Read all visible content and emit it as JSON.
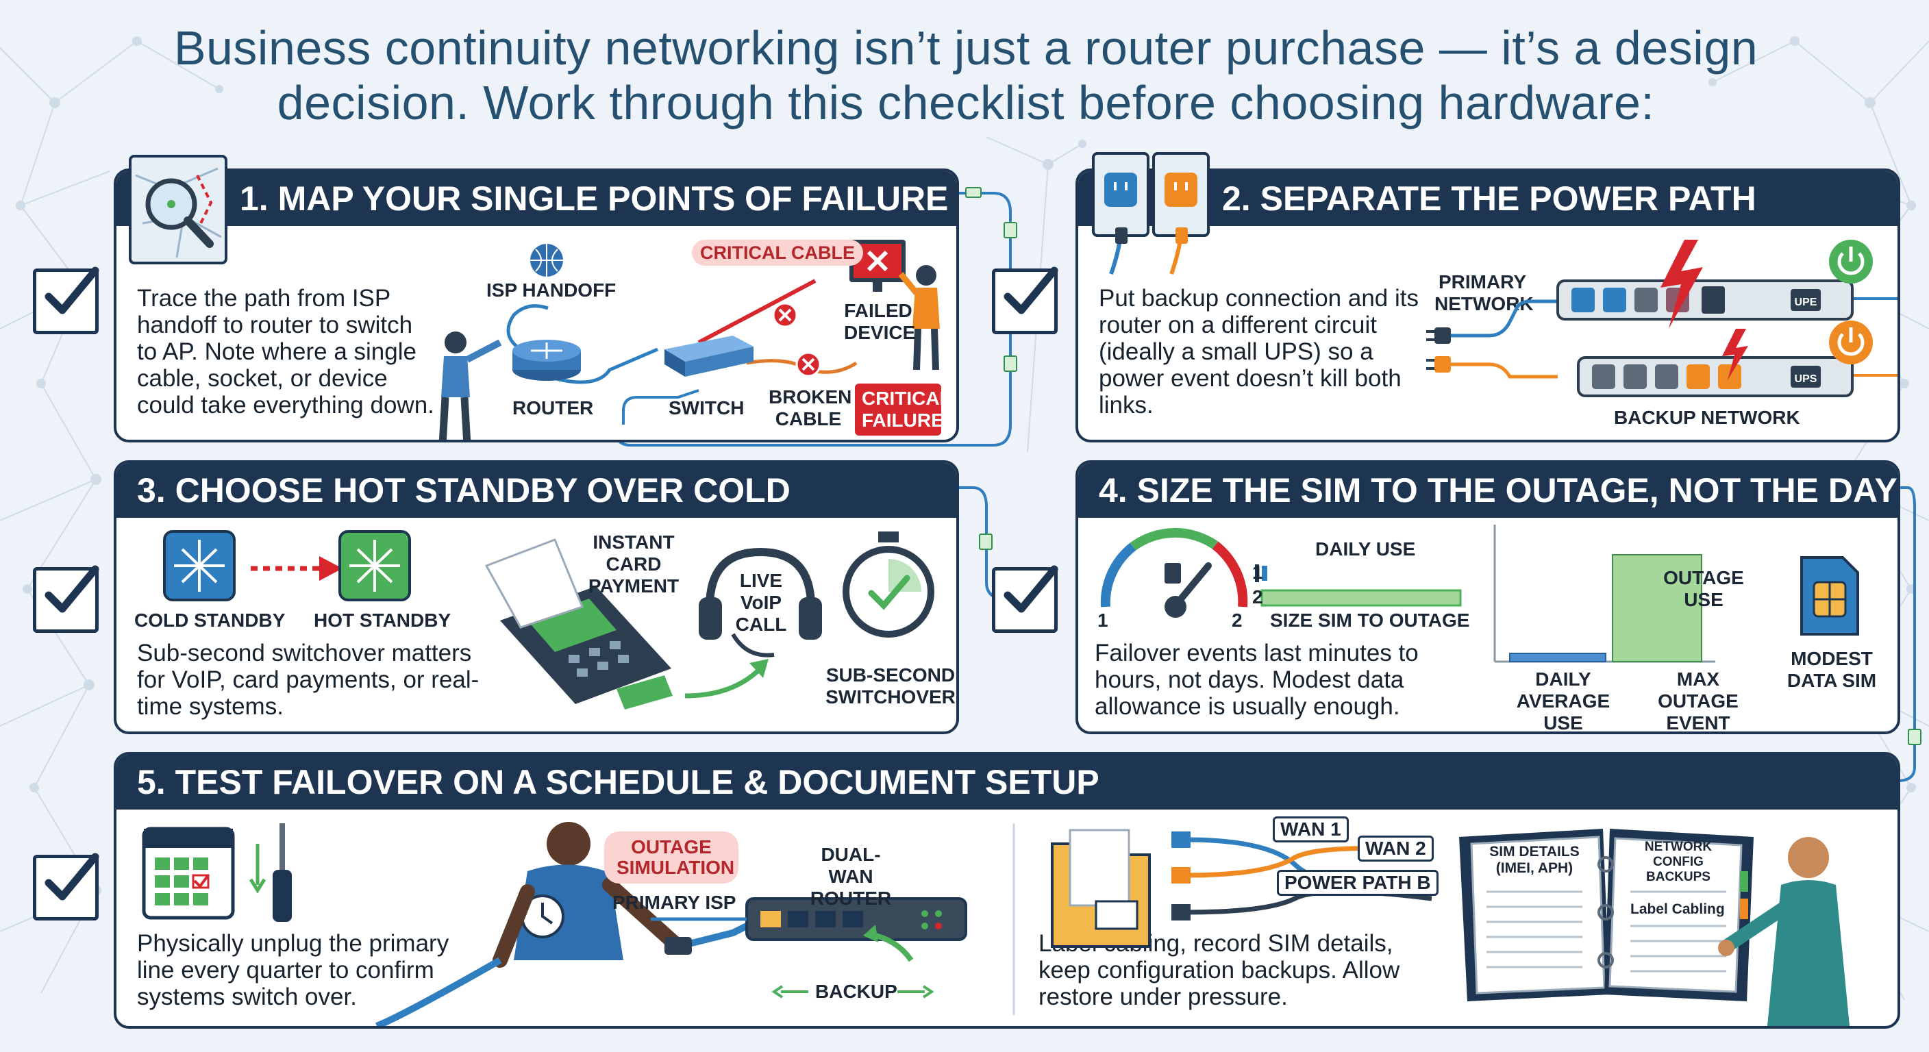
{
  "headline": "Business continuity networking isn’t just a router purchase — it’s a design decision. Work through this checklist before choosing hardware:",
  "steps": [
    {
      "title": "1. MAP YOUR SINGLE POINTS OF FAILURE",
      "text": "Trace the path from ISP handoff to router to switch to AP. Note where a single cable, socket, or device could take everything down.",
      "labels": {
        "isp_handoff": "ISP HANDOFF",
        "router": "ROUTER",
        "switch": "SWITCH",
        "critical_cable": "CRITICAL CABLE",
        "failed_device": "FAILED DEVICE",
        "broken_cable": "BROKEN CABLE",
        "critical_failure": "CRITICAL FAILURE"
      }
    },
    {
      "title": "2. SEPARATE THE POWER PATH",
      "text": "Put backup connection and its router on a different circuit (ideally a small UPS) so a power event doesn’t kill both links.",
      "labels": {
        "primary_network": "PRIMARY NETWORK",
        "backup_network": "BACKUP NETWORK",
        "upe": "UPE",
        "ups": "UPS"
      }
    },
    {
      "title": "3. CHOOSE HOT STANDBY OVER COLD",
      "text": "Sub-second switchover matters for VoIP, card payments, or real-time systems.",
      "labels": {
        "cold_standby": "COLD STANDBY",
        "hot_standby": "HOT STANDBY",
        "instant_card_payment": "INSTANT CARD PAYMENT",
        "live_voip_call": "LIVE VoIP CALL",
        "sub_second_switchover": "SUB-SECOND SWITCHOVER"
      }
    },
    {
      "title": "4. SIZE THE SIM TO THE OUTAGE, NOT THE DAY",
      "text": "Failover events last minutes to hours, not days. Modest data allowance is usually enough.",
      "labels": {
        "daily_use": "DAILY USE",
        "size_sim_to_outage": "SIZE SIM TO OUTAGE",
        "gauge_min": "1",
        "gauge_max": "2",
        "row1": "1",
        "row2": "2",
        "modest_data_sim": "MODEST DATA SIM"
      }
    },
    {
      "title": "5. TEST FAILOVER ON A SCHEDULE & DOCUMENT SETUP",
      "text_left": "Physically unplug the primary line every quarter to confirm systems switch over.",
      "text_right": "Label cabling, record SIM details, keep configuration backups. Allow restore under pressure.",
      "labels": {
        "outage_simulation": "OUTAGE SIMULATION",
        "dual_wan_router": "DUAL-WAN ROUTER",
        "primary_isp": "PRIMARY ISP",
        "backup": "BACKUP",
        "wan1": "WAN 1",
        "wan2": "WAN 2",
        "power_path_b": "POWER PATH B",
        "sim_details": "SIM DETAILS (IMEI, APH)",
        "network_config_backups": "NETWORK CONFIG BACKUPS",
        "label_cabling": "Label Cabling"
      }
    }
  ],
  "chart_data": {
    "type": "bar",
    "categories": [
      "DAILY AVERAGE USE",
      "MAX OUTAGE EVENT"
    ],
    "values": [
      6,
      78
    ],
    "value_labels": [
      "",
      "OUTAGE USE"
    ],
    "ylim": [
      0,
      100
    ],
    "colors": [
      "#4c8fd0",
      "#a5d69a"
    ]
  },
  "colors": {
    "navy": "#1d3550",
    "accent_blue": "#4c8fd0",
    "green": "#4cb05a",
    "red": "#d8262d",
    "orange": "#ef8a22"
  }
}
